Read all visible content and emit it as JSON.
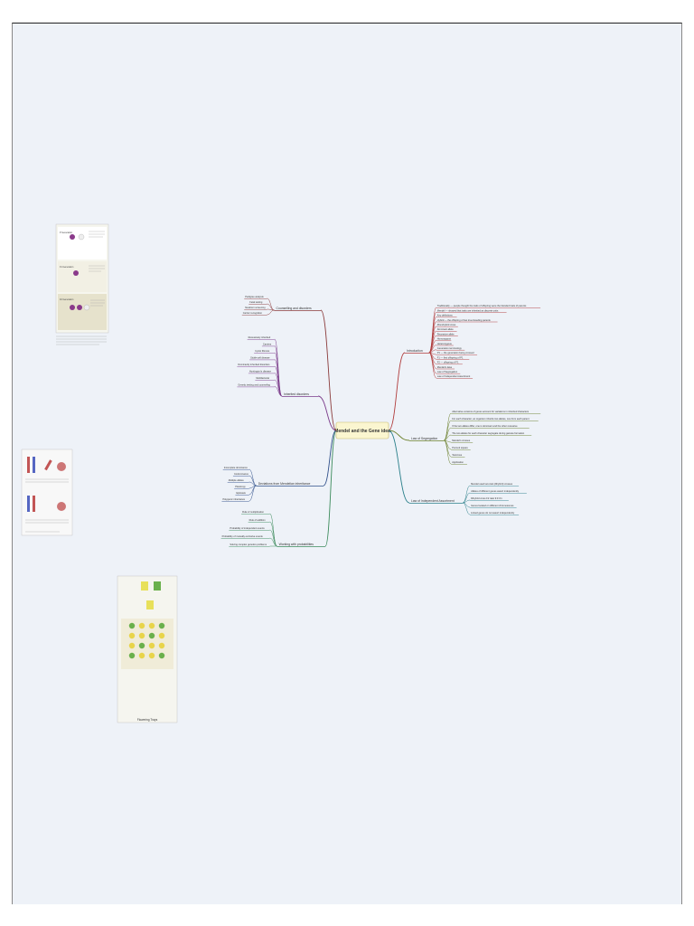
{
  "central": "Mendel and the Gene idea",
  "branches": {
    "introduction": {
      "label": "Introduction",
      "color": "#b03a3a",
      "items": [
        "Traditionally — people thought the traits of offspring were the blended traits of parents",
        "Mendel — showed that traits are inherited as discrete units",
        "Key definitions",
        "Hybrid — the offspring of two true-breeding parents",
        "Monohybrid cross",
        "Dominant allele",
        "Recessive allele",
        "Homozygous",
        "Heterozygous",
        "Generation terminology",
        "P1 — the generation being crossed",
        "F1 — first offspring of P1",
        "F2 — offspring of F1",
        "Mendel's laws",
        "Law of Segregation",
        "Law of Independent Assortment"
      ]
    },
    "segregation": {
      "label": "Law of Segregation",
      "color": "#6a7f2a",
      "items": [
        "Alternative versions of genes account for variations in inherited characters",
        "For each character, an organism inherits two alleles, one from each parent",
        "If the two alleles differ, one is dominant and the other recessive",
        "The two alleles for each character segregate during gamete formation",
        "Mendel's crosses",
        "Punnett square",
        "Testcross",
        "Application"
      ]
    },
    "independent": {
      "label": "Law of Independent Assortment",
      "color": "#2a7f8a",
      "items": [
        "Mendel used two-trait (dihybrid) crosses",
        "Alleles of different genes assort independently",
        "Dihybrid cross F2 ratio 9:3:3:1",
        "Genes located on different chromosomes",
        "Linked genes do not assort independently"
      ]
    },
    "probability": {
      "label": "Working with probabilities",
      "color": "#3a8a5a",
      "items": [
        "Rule of multiplication",
        "Rule of addition",
        "Probability of independent events",
        "Probability of mutually exclusive events",
        "Solving complex genetics problems"
      ]
    },
    "deviations": {
      "label": "Deviations from Mendelian inheritance",
      "color": "#2f4f8a",
      "items": [
        "Incomplete dominance",
        "Codominance",
        "Multiple alleles",
        "Pleiotropy",
        "Epistasis",
        "Polygenic inheritance"
      ]
    },
    "disorders": {
      "label": "Inherited disorders",
      "color": "#7a3a8a",
      "items": [
        "Recessively inherited",
        "Carriers",
        "Cystic fibrosis",
        "Sickle-cell disease",
        "Dominantly inherited disorders",
        "Huntington's disease",
        "Multifactorial",
        "Genetic testing and counseling"
      ]
    },
    "counseling": {
      "label": "Counselling and disorders",
      "color": "#8a3a3a",
      "items": [
        "Pedigree analysis",
        "Fetal testing",
        "Newborn screening",
        "Carrier recognition"
      ]
    }
  },
  "figures": {
    "top": {
      "rows": [
        "P Generation",
        "F1 Generation",
        "F2 Generation"
      ]
    },
    "bottom": {
      "caption": "Flowering Trays"
    }
  }
}
